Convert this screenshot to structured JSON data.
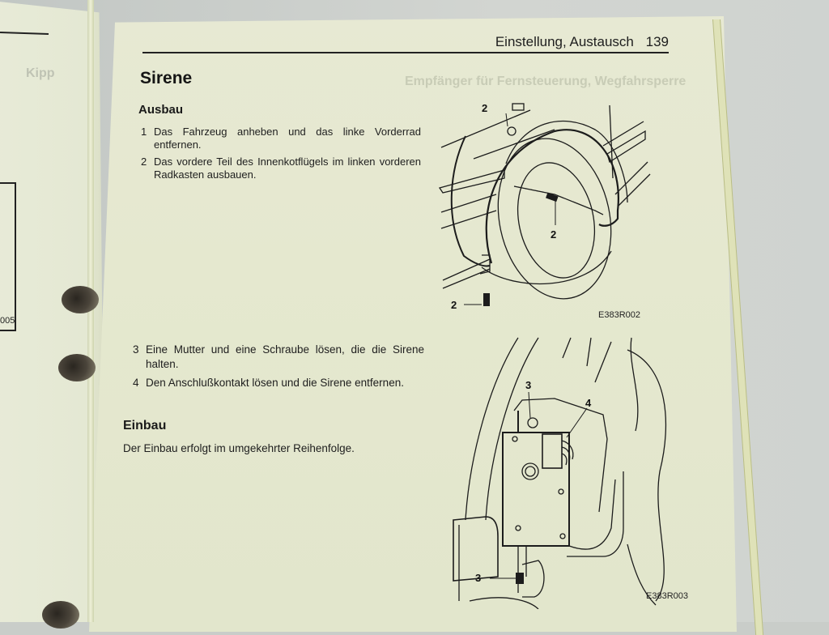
{
  "header": {
    "section_title": "Einstellung, Austausch",
    "page_number": "139"
  },
  "left_page": {
    "figure_code_fragment": "005",
    "ghost_heading_fragment": "Kipp"
  },
  "content": {
    "title": "Sirene",
    "ausbau": {
      "heading": "Ausbau",
      "steps": [
        {
          "num": "1",
          "text": "Das Fahrzeug anheben und das linke Vorderrad entfernen."
        },
        {
          "num": "2",
          "text": "Das vordere Teil des Innenkotflügels im linken vorderen Radkasten ausbauen."
        },
        {
          "num": "3",
          "text": "Eine Mutter und eine Schraube lösen, die die Sirene halten."
        },
        {
          "num": "4",
          "text": "Den Anschlußkontakt lösen und die Sirene entfernen."
        }
      ]
    },
    "einbau": {
      "heading": "Einbau",
      "text": "Der Einbau erfolgt im umgekehrter Reihenfolge."
    }
  },
  "figures": [
    {
      "code": "E383R002",
      "callouts": [
        "2",
        "2",
        "2"
      ],
      "description": "Front wheel arch with inner fender liner fasteners"
    },
    {
      "code": "E383R003",
      "callouts": [
        "3",
        "4",
        "3"
      ],
      "description": "Siren unit mounted in wheel arch with connector"
    }
  ],
  "ghost": {
    "bleed_heading": "Empfänger für Fernsteuerung, Wegfahrsperre"
  }
}
